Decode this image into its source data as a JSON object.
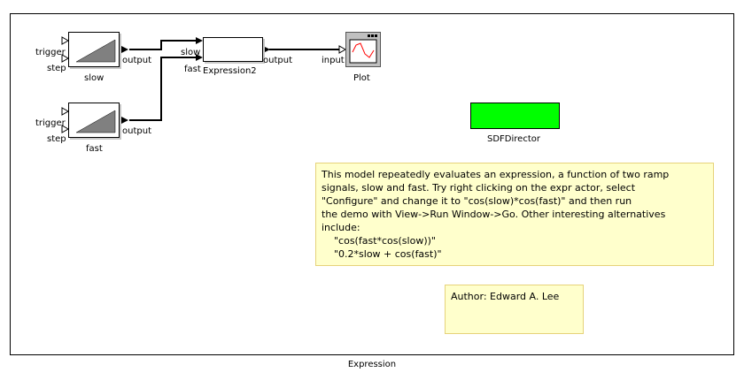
{
  "canvas_title": "Expression",
  "actors": {
    "slow": {
      "name": "slow",
      "ports": {
        "trigger": "trigger",
        "step": "step",
        "output": "output"
      }
    },
    "fast": {
      "name": "fast",
      "ports": {
        "trigger": "trigger",
        "step": "step",
        "output": "output"
      }
    },
    "expression": {
      "name": "Expression2",
      "ports": {
        "slow": "slow",
        "fast": "fast",
        "output": "output"
      }
    },
    "plot": {
      "name": "Plot",
      "ports": {
        "input": "input"
      }
    },
    "director": {
      "name": "SDFDirector",
      "color": "#00ff00"
    }
  },
  "notes": {
    "description": "This model repeatedly evaluates an expression, a function of two ramp\nsignals, slow and fast. Try right clicking on the expr actor, select\n\"Configure\" and change it to \"cos(slow)*cos(fast)\" and then run\nthe demo with View->Run Window->Go. Other interesting alternatives\ninclude:\n    \"cos(fast*cos(slow))\"\n    \"0.2*slow + cos(fast)\"",
    "author": "Author: Edward A. Lee"
  },
  "colors": {
    "note_bg": "#ffffcc",
    "note_border": "#e6d27a",
    "director": "#00ff00",
    "ramp": "#808080",
    "plot_line": "#ff0000"
  },
  "icons": [
    "ramp-icon",
    "plot-icon",
    "triangle-port-icon"
  ]
}
